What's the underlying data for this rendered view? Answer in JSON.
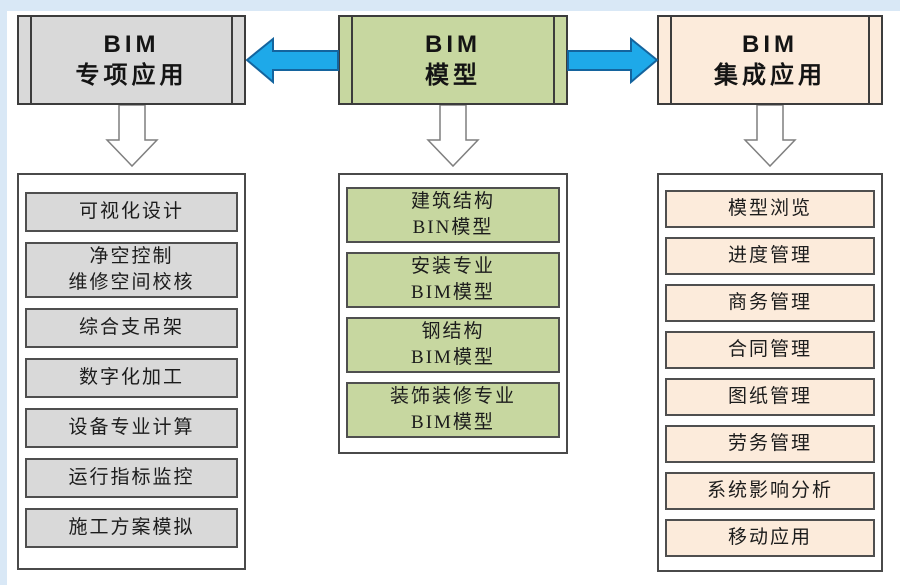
{
  "palette": {
    "frame_bg": "#d9e8f6",
    "content_bg": "#ffffff",
    "blue_arrow_fill": "#1ea9e9",
    "blue_arrow_stroke": "#14649e",
    "down_arrow_fill": "#ffffff",
    "down_arrow_stroke": "#7f7f7f"
  },
  "columns": [
    {
      "id": "bim-special-apps",
      "header": "BIM\n专项应用",
      "fill": "#d9d9d9",
      "items": [
        "可视化设计",
        "净空控制\n维修空间校核",
        "综合支吊架",
        "数字化加工",
        "设备专业计算",
        "运行指标监控",
        "施工方案模拟"
      ]
    },
    {
      "id": "bim-model",
      "header": "BIM\n模型",
      "fill": "#c7d7a0",
      "items": [
        "建筑结构\nBIN模型",
        "安装专业\nBIM模型",
        "钢结构\nBIM模型",
        "装饰装修专业\nBIM模型"
      ]
    },
    {
      "id": "bim-integrated-apps",
      "header": "BIM\n集成应用",
      "fill": "#fcebdb",
      "items": [
        "模型浏览",
        "进度管理",
        "商务管理",
        "合同管理",
        "图纸管理",
        "劳务管理",
        "系统影响分析",
        "移动应用"
      ]
    }
  ]
}
